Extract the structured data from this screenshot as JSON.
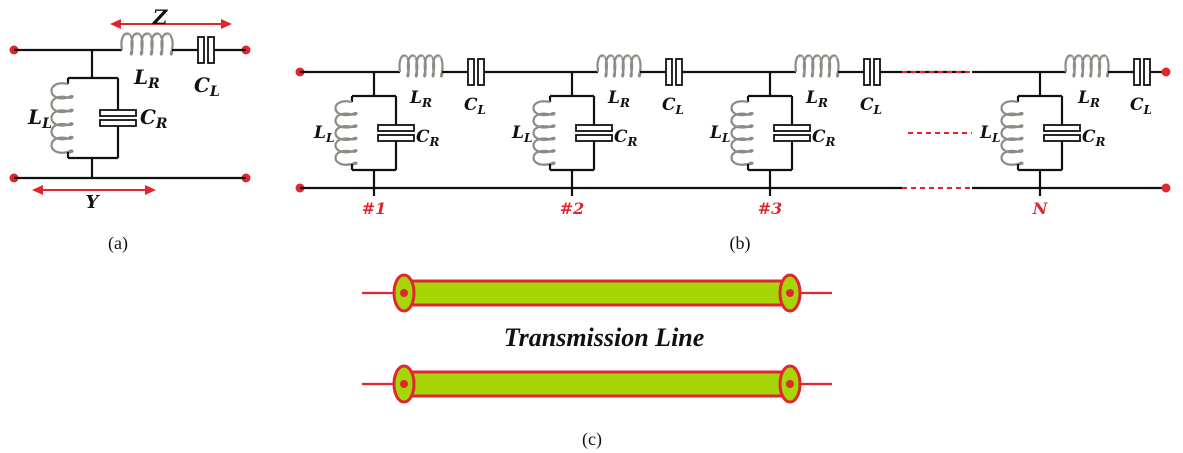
{
  "panels": {
    "a": {
      "caption": "(a)",
      "z_label": "Z",
      "y_label": "Y"
    },
    "b": {
      "caption": "(b)",
      "cells": [
        "#1",
        "#2",
        "#3",
        "N"
      ]
    },
    "c": {
      "caption": "(c)",
      "title": "Transmission Line"
    }
  },
  "components": {
    "LR": {
      "main": "L",
      "sub": "R"
    },
    "CL": {
      "main": "C",
      "sub": "L"
    },
    "LL": {
      "main": "L",
      "sub": "L"
    },
    "CR": {
      "main": "C",
      "sub": "R"
    }
  },
  "colors": {
    "accent": "#e0262f",
    "wire": "#111111",
    "coil": "#8c8c86",
    "line_fill": "#a6d608"
  }
}
